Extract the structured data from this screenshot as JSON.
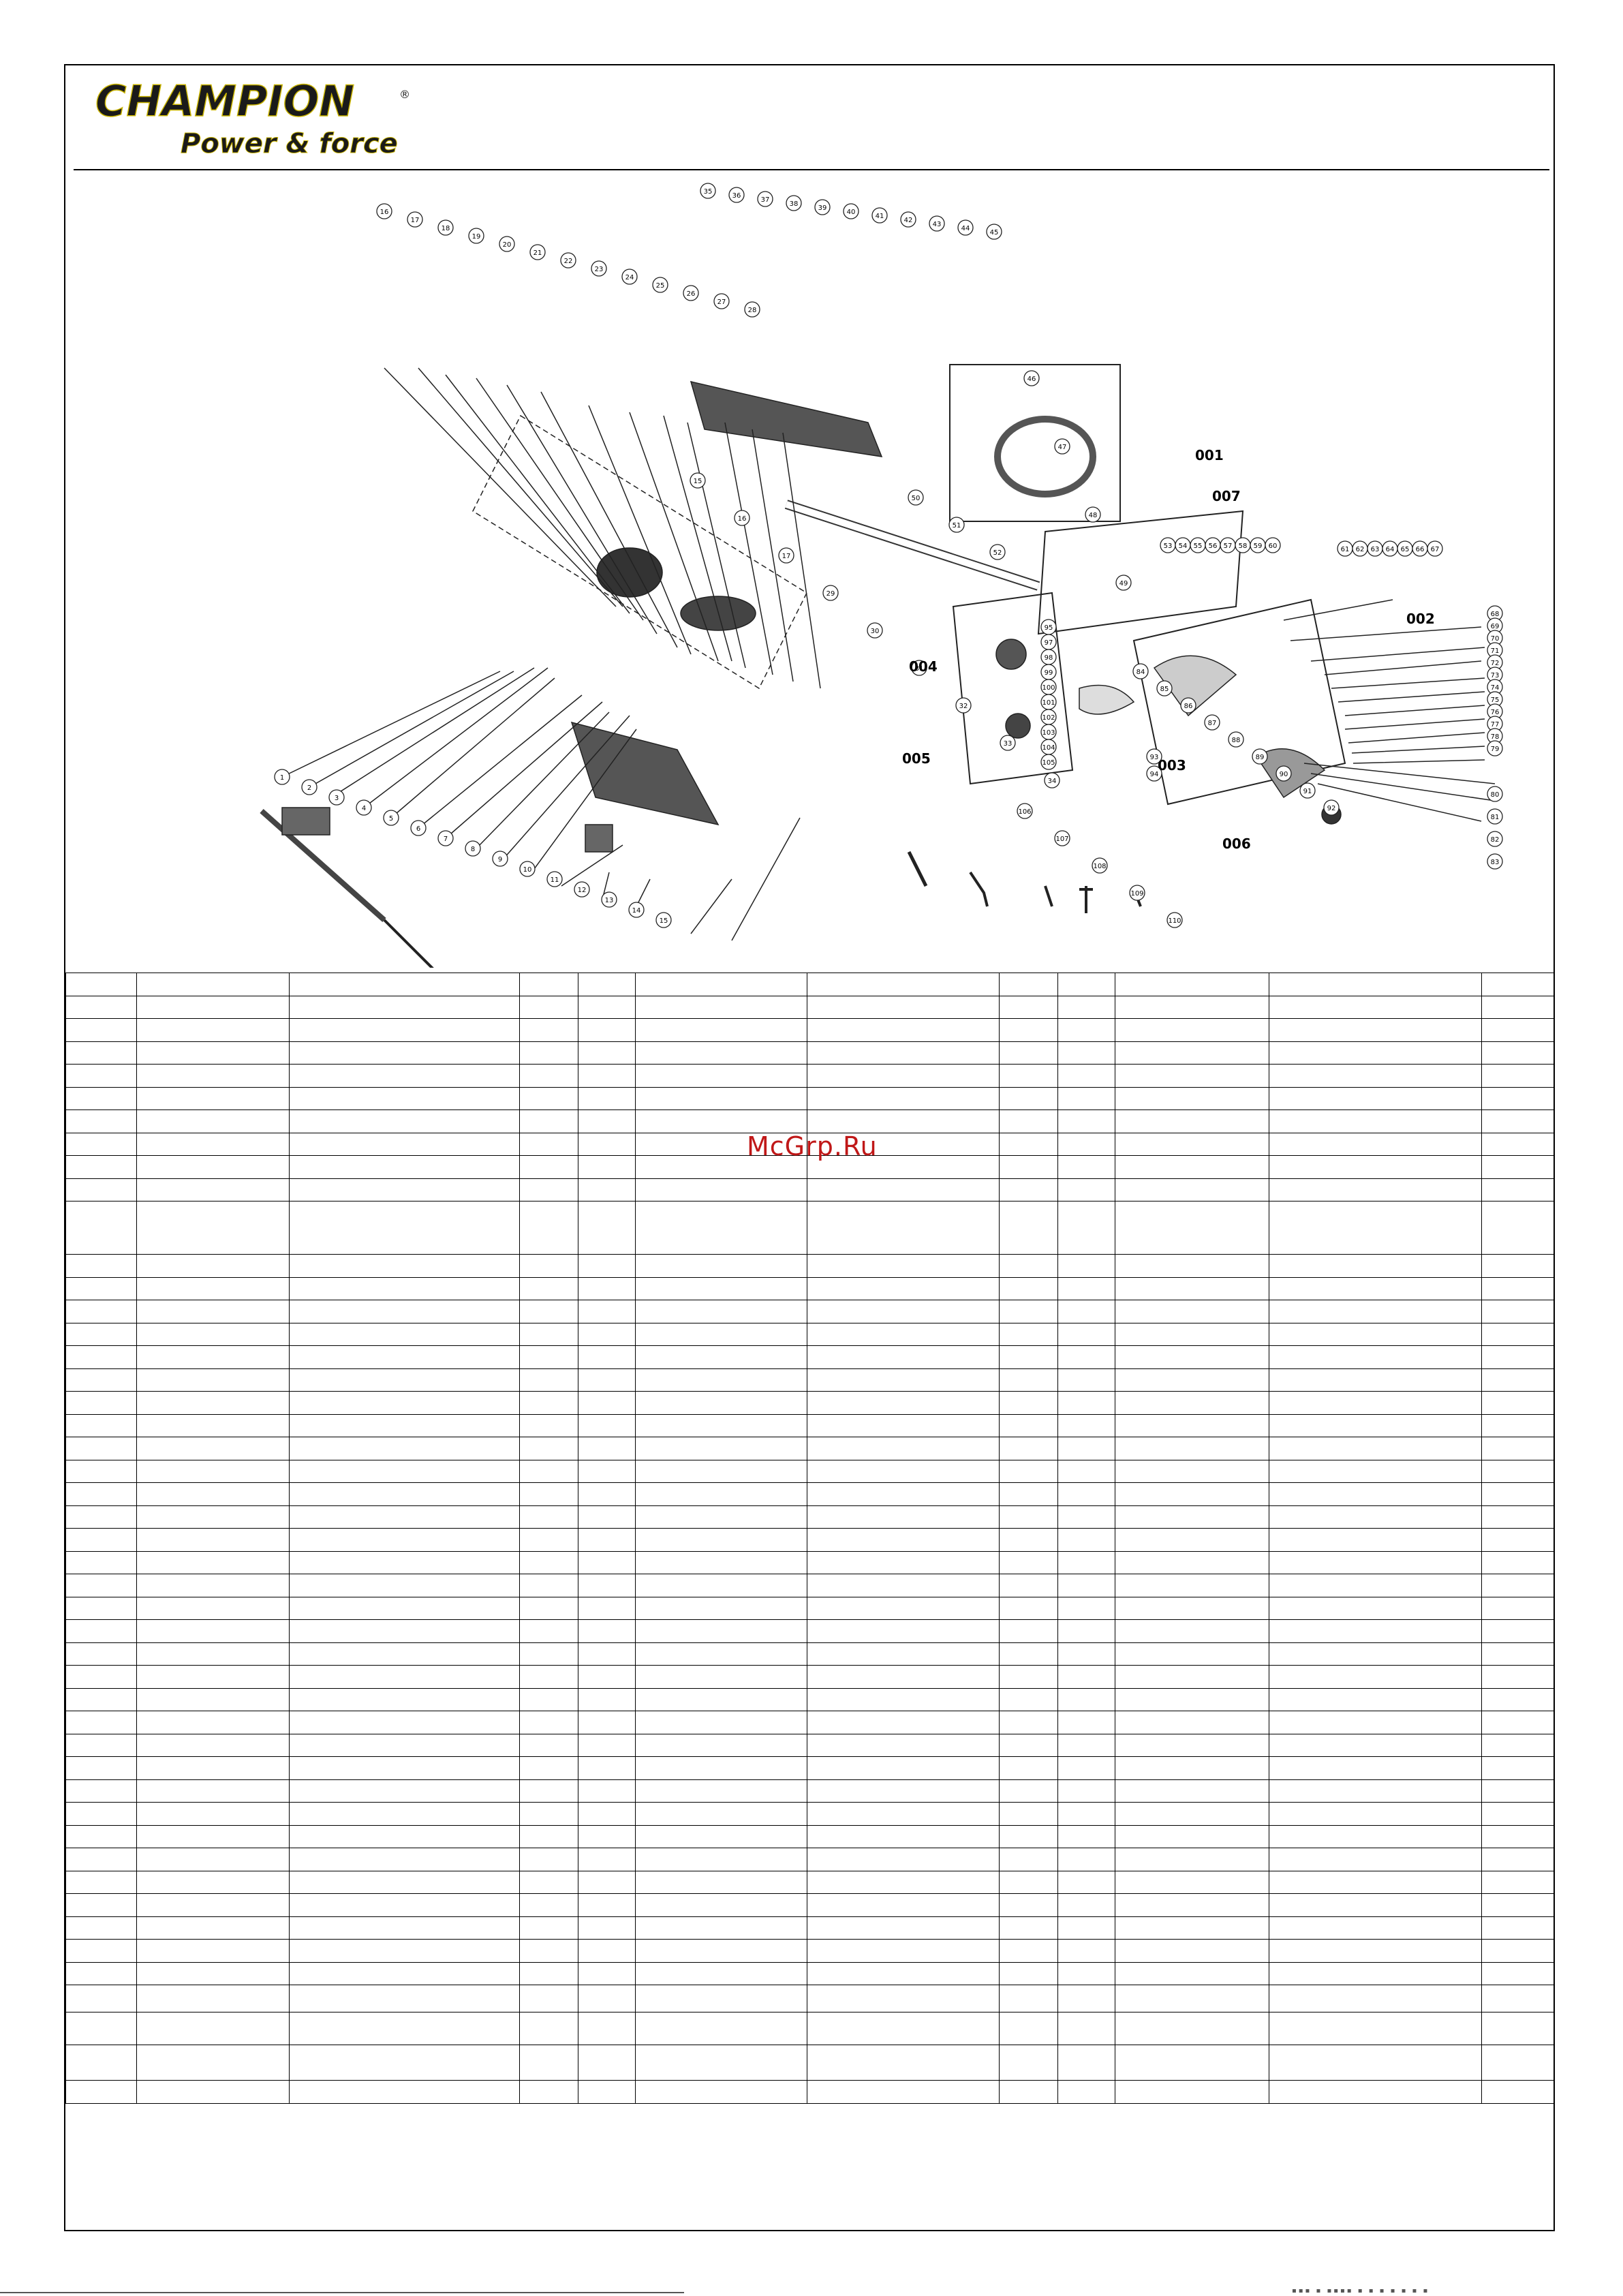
{
  "brand": {
    "name": "CHAMPION",
    "tagline": "Power & force",
    "registered_mark": "®",
    "colors": {
      "primary": "#1a1a1a",
      "accent": "#c9b400"
    }
  },
  "watermark": "McGrp.Ru",
  "diagram": {
    "callouts_left": [
      "1",
      "2",
      "3",
      "4",
      "5",
      "6",
      "7",
      "8",
      "9",
      "10",
      "11",
      "12",
      "13",
      "14",
      "15"
    ],
    "callouts_top": [
      "16",
      "17",
      "18",
      "19",
      "20",
      "21",
      "22",
      "23",
      "24",
      "25",
      "26",
      "27",
      "28"
    ],
    "callouts_mid": [
      "15",
      "16",
      "17",
      "29",
      "30",
      "31",
      "32",
      "33",
      "34"
    ],
    "callouts_handle": [
      "35",
      "36",
      "37",
      "38",
      "39",
      "40",
      "41",
      "42",
      "43",
      "44",
      "45"
    ],
    "callouts_001": [
      "46",
      "47",
      "48",
      "49"
    ],
    "callout_shaft": [
      "50",
      "51",
      "52"
    ],
    "callouts_007": [
      "53",
      "54",
      "55",
      "56",
      "57",
      "58",
      "59",
      "60"
    ],
    "callouts_002_top": [
      "61",
      "62",
      "63",
      "64",
      "65",
      "66",
      "67"
    ],
    "callouts_002_right": [
      "68",
      "69",
      "70",
      "71",
      "72",
      "73",
      "74",
      "75",
      "76",
      "77",
      "78",
      "79"
    ],
    "callouts_006": [
      "80",
      "81",
      "82",
      "83"
    ],
    "callouts_003": [
      "84",
      "85",
      "86",
      "87",
      "88",
      "89",
      "90",
      "91",
      "92"
    ],
    "callouts_004": [
      "95",
      "97",
      "98",
      "99",
      "100",
      "101",
      "102",
      "103",
      "104",
      "105"
    ],
    "callouts_005": [
      "93",
      "94"
    ],
    "callouts_tools": [
      "106",
      "107",
      "108",
      "109",
      "110"
    ],
    "group_labels": [
      "001",
      "002",
      "003",
      "004",
      "005",
      "006",
      "007"
    ]
  },
  "table": {
    "row_count": 47
  }
}
